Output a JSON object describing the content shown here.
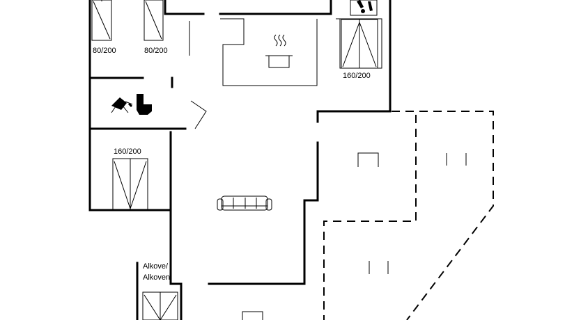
{
  "labels": {
    "bed_1": "80/200",
    "bed_2": "80/200",
    "bed_3": "160/200",
    "bed_4": "160/200",
    "alcove_line1": "Alkove/",
    "alcove_line2": "Alkoven"
  },
  "icons": [
    "bed-icon",
    "cooking-pot-icon",
    "shower-icon",
    "toilet-icon",
    "sofa-icon",
    "table-icon",
    "chair-icon",
    "washing-icon"
  ]
}
